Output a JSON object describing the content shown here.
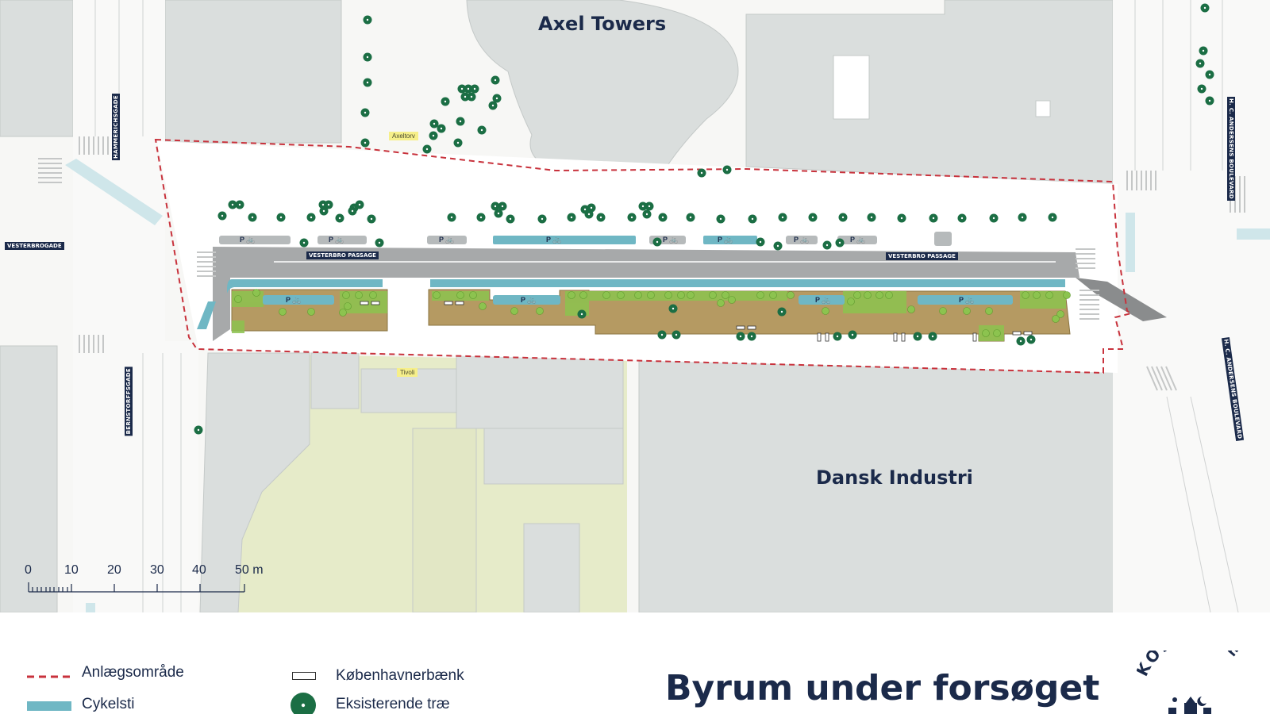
{
  "map": {
    "buildings": {
      "axel_towers": "Axel Towers",
      "dansk_industri": "Dansk Industri"
    },
    "streets": {
      "hammerichsgade": "HAMMERICHSGADE",
      "vesterbrogade": "VESTERBROGADE",
      "bernstorffsgade": "BERNSTORFFSGADE",
      "hc_andersens_1": "H. C. ANDERSENS BOULEVARD",
      "hc_andersens_2": "H. C. ANDERSENS BOULEVARD",
      "vesterbro_passage_1": "VESTERBRO PASSAGE",
      "vesterbro_passage_2": "VESTERBRO PASSAGE"
    },
    "places": {
      "axeltorv": "Axeltorv",
      "tivoli": "Tivoli"
    },
    "bike_parking_label": "P",
    "scale_bar": {
      "labels": [
        "0",
        "10",
        "20",
        "30",
        "40",
        "50 m"
      ]
    },
    "colors": {
      "site_boundary": "#c8323c",
      "cycle_path": "#6fb7c4",
      "existing_tree": "#1b6e44",
      "new_planting": "#8cc34f",
      "planting_bed": "#b59a62",
      "building": "#dadedd",
      "tivoli_area": "#e6ebc9",
      "road": "#a7a9aa"
    }
  },
  "legend": {
    "items": [
      {
        "icon": "dashed-line-icon",
        "label": "Anlægsområde"
      },
      {
        "icon": "cycle-path-swatch-icon",
        "label": "Cykelsti"
      },
      {
        "icon": "bench-icon",
        "label": "Københavnerbænk"
      },
      {
        "icon": "tree-icon",
        "label": "Eksisterende træ"
      }
    ]
  },
  "title": "Byrum under forsøget",
  "logo": {
    "text": "KOMMUNE",
    "icon": "city-crest-icon"
  }
}
